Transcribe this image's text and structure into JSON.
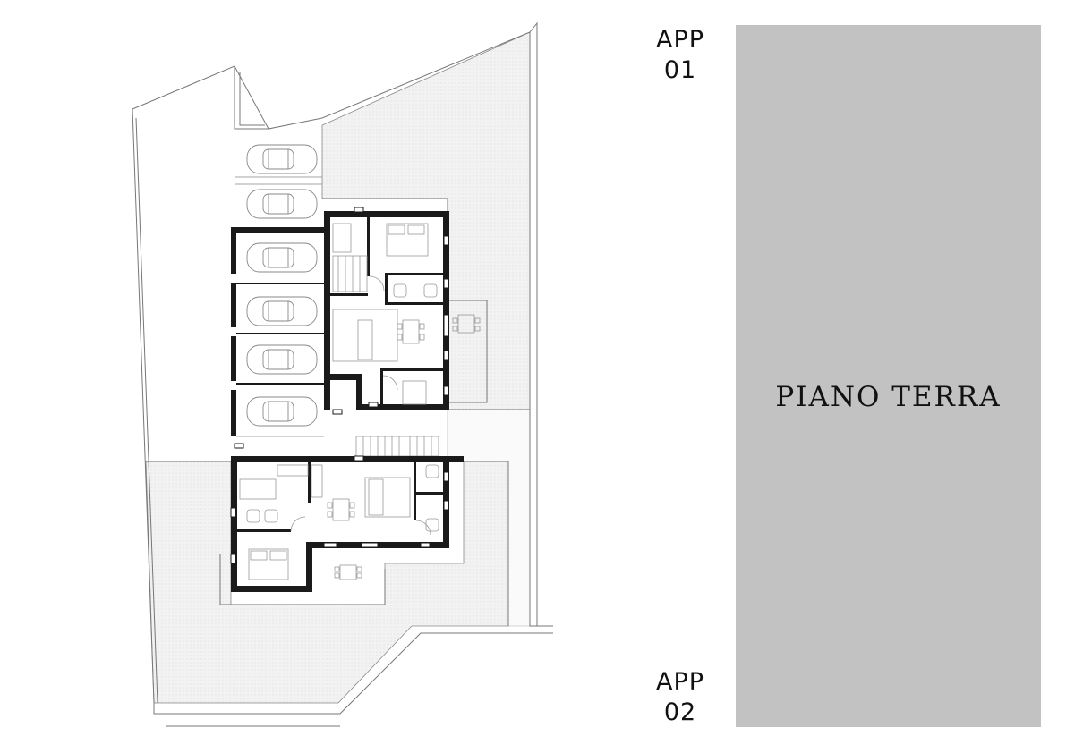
{
  "sheet": {
    "title": "PIANO TERRA",
    "panel_color": "#c2c2c2",
    "units": [
      {
        "name": "APP",
        "number": "01"
      },
      {
        "name": "APP",
        "number": "02"
      }
    ]
  },
  "plan": {
    "wall_color": "#1a1a1a",
    "garden_color": "#f1f1f1",
    "line_color": "#777777",
    "furniture_color": "#999999"
  }
}
